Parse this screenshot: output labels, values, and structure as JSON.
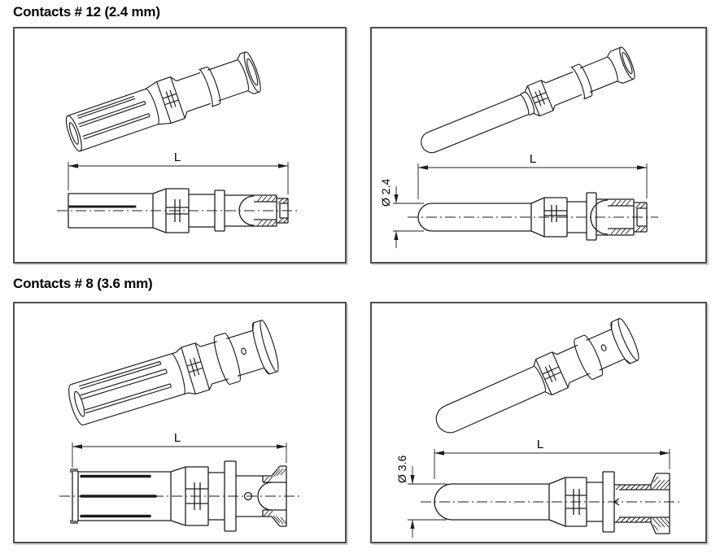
{
  "sections": [
    {
      "title": "Contacts # 12 (2.4 mm)",
      "panels": [
        {
          "id": "socket-contact-12",
          "length_label": "L"
        },
        {
          "id": "pin-contact-12",
          "length_label": "L",
          "diameter_label": "Ø 2.4"
        }
      ]
    },
    {
      "title": "Contacts # 8 (3.6 mm)",
      "panels": [
        {
          "id": "socket-contact-8",
          "length_label": "L"
        },
        {
          "id": "pin-contact-8",
          "length_label": "L",
          "diameter_label": "Ø 3.6"
        }
      ]
    }
  ],
  "colors": {
    "background": "#ffffff",
    "line": "#1c1c1c",
    "panel_border": "#4d4d4d",
    "text": "#000000"
  }
}
